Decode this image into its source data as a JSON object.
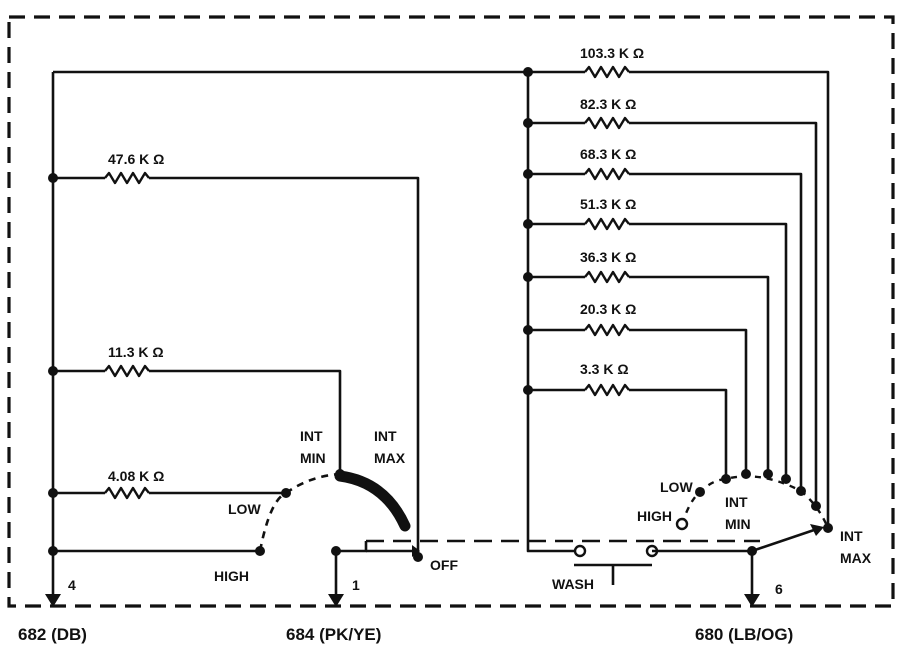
{
  "resistors_left": [
    {
      "label": "47.6 K  Ω"
    },
    {
      "label": "11.3 K  Ω"
    },
    {
      "label": "4.08 K  Ω"
    }
  ],
  "resistors_right": [
    {
      "label": "103.3 K Ω"
    },
    {
      "label": "82.3 K  Ω"
    },
    {
      "label": "68.3 K  Ω"
    },
    {
      "label": "51.3 K  Ω"
    },
    {
      "label": "36.3 K  Ω"
    },
    {
      "label": "20.3 K  Ω"
    },
    {
      "label": "3.3 K  Ω"
    }
  ],
  "left_switch": {
    "int": "INT",
    "min": "MIN",
    "max": "MAX",
    "low": "LOW",
    "high": "HIGH",
    "off": "OFF"
  },
  "right_switch": {
    "low": "LOW",
    "high": "HIGH",
    "int": "INT",
    "min": "MIN",
    "max": "MAX",
    "wash": "WASH"
  },
  "pins": {
    "pin4": "4",
    "pin1": "1",
    "pin6": "6"
  },
  "connectors": {
    "c682": "682 (DB)",
    "c684": "684 (PK/YE)",
    "c680": "680 (LB/OG)"
  }
}
